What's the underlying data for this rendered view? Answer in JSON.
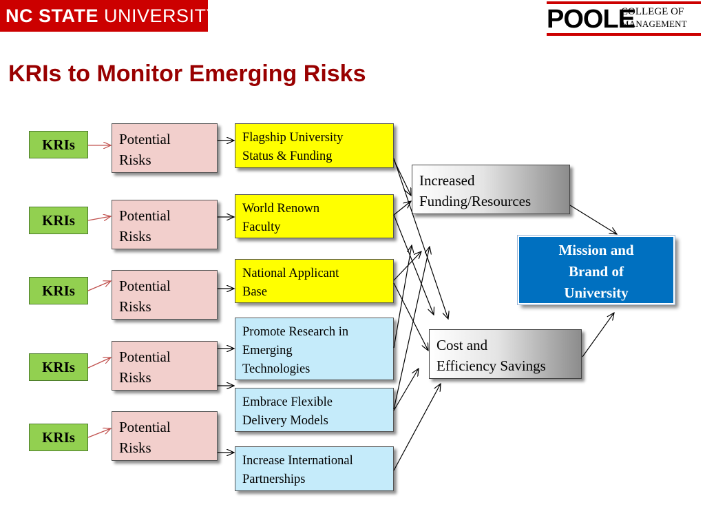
{
  "logos": {
    "ncsu_bold": "NC STATE",
    "ncsu_rest": " UNIVERSITY",
    "poole_word": "POOLE",
    "poole_line1": "COLLEGE OF",
    "poole_line2": "MANAGEMENT"
  },
  "title": "KRIs to Monitor Emerging Risks",
  "kri_label": "KRIs",
  "risk_label": [
    "Potential",
    "Risks"
  ],
  "goals": [
    {
      "lines": [
        "Flagship University",
        "Status & Funding"
      ],
      "color": "yellow"
    },
    {
      "lines": [
        "World Renown",
        "Faculty"
      ],
      "color": "yellow"
    },
    {
      "lines": [
        "National Applicant",
        "Base"
      ],
      "color": "yellow"
    },
    {
      "lines": [
        "Promote Research in",
        "Emerging",
        "Technologies"
      ],
      "color": "light-blue"
    },
    {
      "lines": [
        "Embrace Flexible",
        "Delivery Models"
      ],
      "color": "light-blue"
    },
    {
      "lines": [
        "Increase International",
        "Partnerships"
      ],
      "color": "light-blue"
    }
  ],
  "outcomes": {
    "funding": [
      "Increased",
      "Funding/Resources"
    ],
    "cost": [
      "Cost and",
      "Efficiency Savings"
    ]
  },
  "mission": [
    "Mission  and",
    "Brand of",
    "University"
  ],
  "colors": {
    "title": "#990000",
    "kri_fill": "#92d050",
    "risk_fill": "#f2cfcc",
    "yellow_fill": "#ffff00",
    "blue_fill": "#c5ebfa",
    "mission_fill": "#0070c0",
    "kri_arrow": "#c0504d"
  }
}
